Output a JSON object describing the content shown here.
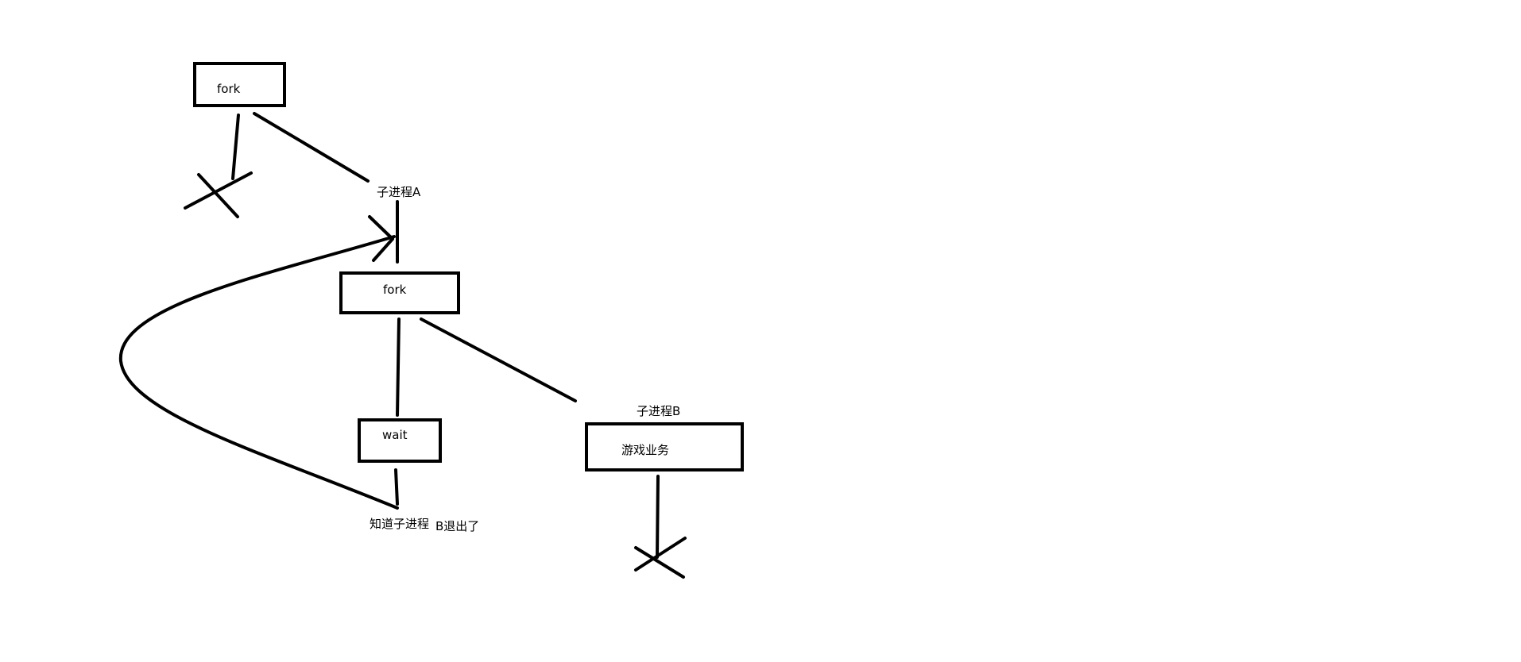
{
  "nodes": {
    "fork_top": "fork",
    "child_a_label": "子进程A",
    "fork_mid": "fork",
    "wait": "wait",
    "child_b_label": "子进程B",
    "game_box": "游戏业务",
    "notice_part1": "知道子进程",
    "notice_part2": "B退出了"
  },
  "colors": {
    "ink": "#000000",
    "background": "#ffffff"
  }
}
